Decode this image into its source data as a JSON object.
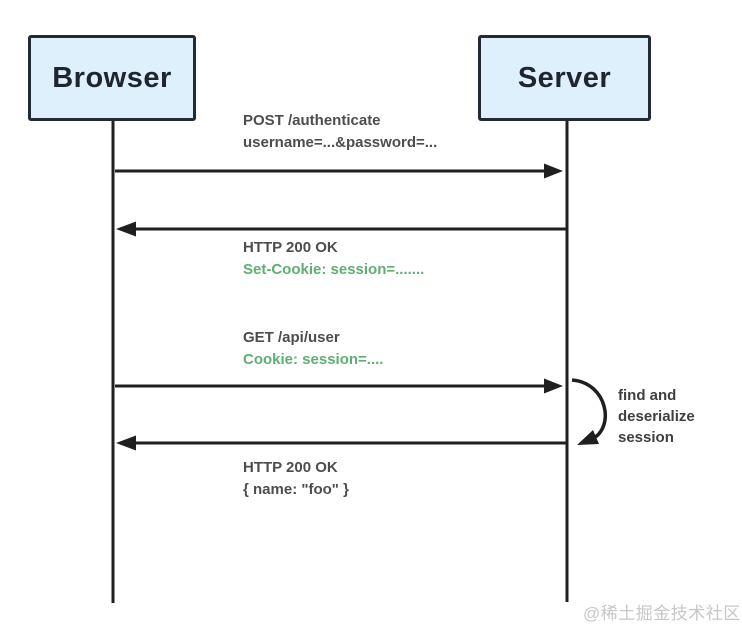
{
  "diagram": {
    "actors": {
      "browser": "Browser",
      "server": "Server"
    },
    "messages": [
      {
        "line1": "POST /authenticate",
        "line2": "username=...&password=...",
        "direction": "browser-to-server"
      },
      {
        "line1": "HTTP 200 OK",
        "line2": "Set-Cookie: session=.......",
        "direction": "server-to-browser"
      },
      {
        "line1": "GET /api/user",
        "line2": "Cookie: session=....",
        "direction": "browser-to-server"
      },
      {
        "line1": "HTTP 200 OK",
        "line2": "{ name: \"foo\" }",
        "direction": "server-to-browser"
      }
    ],
    "note": {
      "lines": [
        "find and",
        "deserialize",
        "session"
      ]
    }
  },
  "watermark": "@稀土掘金技术社区",
  "colors": {
    "line": "#1f1f1f",
    "green": "#5fae73",
    "text": "#4d4d4d",
    "actor-fill": "#def0fb",
    "actor-border": "#222a33",
    "actor-text": "#1e2530",
    "watermark": "#c7c7c7"
  }
}
